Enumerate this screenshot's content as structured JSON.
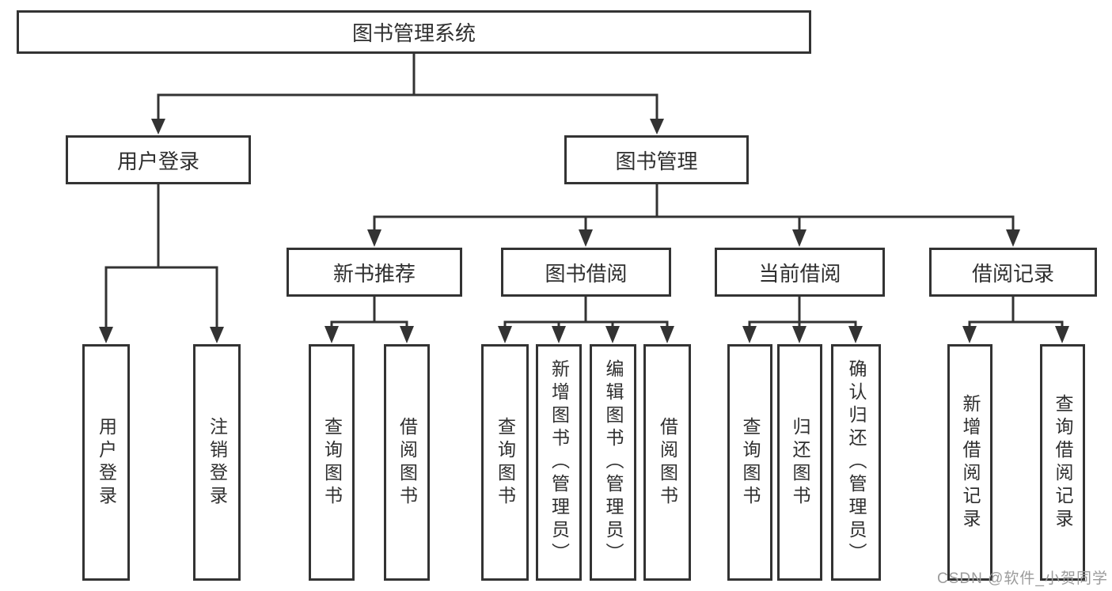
{
  "diagram_title": "图书管理系统",
  "nodes": {
    "root": "图书管理系统",
    "user_login": "用户登录",
    "book_mgmt": "图书管理",
    "new_book_rec": "新书推荐",
    "book_borrow": "图书借阅",
    "current_borrow": "当前借阅",
    "borrow_records": "借阅记录",
    "leaf_user_login": "用户登录",
    "leaf_logout": "注销登录",
    "nb_query_book": "查询图书",
    "nb_borrow_book": "借阅图书",
    "bb_query_book": "查询图书",
    "bb_add_book": "新增图书（管理员）",
    "bb_edit_book": "编辑图书（管理员）",
    "bb_borrow_book": "借阅图书",
    "cb_query_book": "查询图书",
    "cb_return_book": "归还图书",
    "cb_confirm_return": "确认归还（管理员）",
    "br_add_record": "新增借阅记录",
    "br_query_record": "查询借阅记录"
  },
  "watermark": "CSDN @软件_小贺同学",
  "colors": {
    "line": "#333333",
    "text": "#2f2f2f",
    "watermark": "#9b9b9b",
    "background": "#ffffff"
  }
}
